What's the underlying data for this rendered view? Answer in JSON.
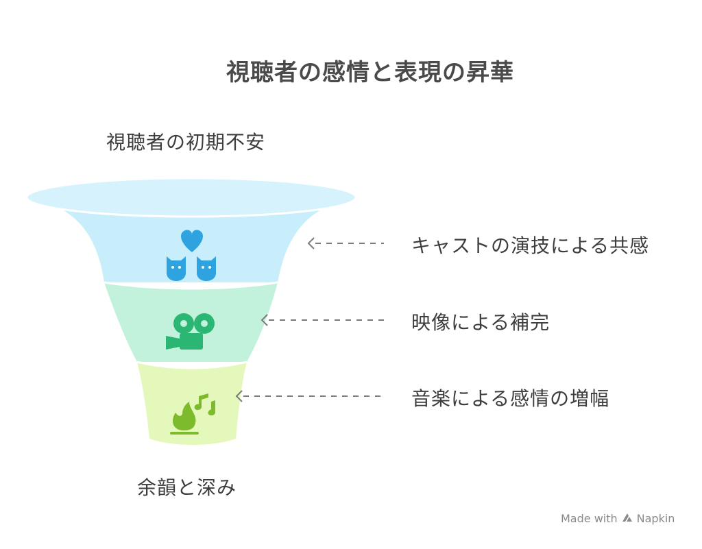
{
  "title": "視聴者の感情と表現の昇華",
  "top_label": "視聴者の初期不安",
  "bottom_label": "余韻と深み",
  "stages": [
    {
      "label": "キャストの演技による共感",
      "icon": "heart-faces-icon",
      "color": "#bfe8f7"
    },
    {
      "label": "映像による補完",
      "icon": "film-camera-icon",
      "color": "#bdf0d6"
    },
    {
      "label": "音楽による感情の増幅",
      "icon": "music-fire-icon",
      "color": "#e3f7b5"
    }
  ],
  "colors": {
    "rim": "#d3f1fb",
    "stage1_icon": "#2ea3e0",
    "stage2_icon": "#2bb673",
    "stage3_icon": "#7dbb2c",
    "arrow": "#7a7a7a"
  },
  "footer": {
    "made_with": "Made with",
    "brand": "Napkin"
  }
}
